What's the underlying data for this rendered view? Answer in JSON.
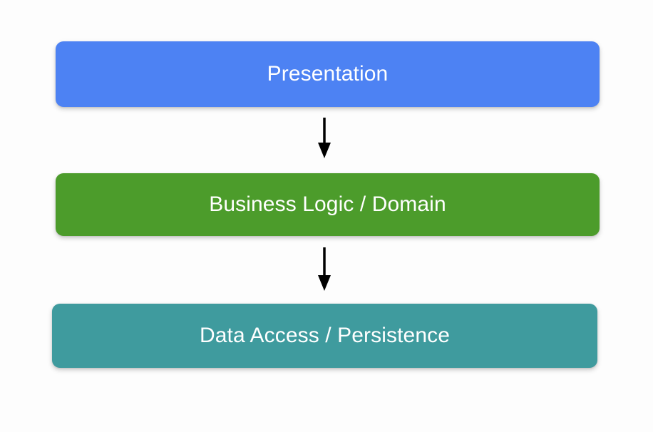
{
  "diagram": {
    "type": "flowchart",
    "orientation": "top-to-bottom",
    "background_color": "#fdfdfd",
    "layers": [
      {
        "id": "presentation",
        "label": "Presentation",
        "color": "#4d82f3",
        "text_color": "#ffffff"
      },
      {
        "id": "business",
        "label": "Business Logic / Domain",
        "color": "#4c9c2b",
        "text_color": "#ffffff"
      },
      {
        "id": "data",
        "label": "Data Access / Persistence",
        "color": "#3f9b9e",
        "text_color": "#ffffff"
      }
    ],
    "connectors": [
      {
        "id": "presentation-to-business",
        "from": "presentation",
        "to": "business",
        "direction": "down",
        "color": "#000000"
      },
      {
        "id": "business-to-data",
        "from": "business",
        "to": "data",
        "direction": "down",
        "color": "#000000"
      }
    ]
  }
}
